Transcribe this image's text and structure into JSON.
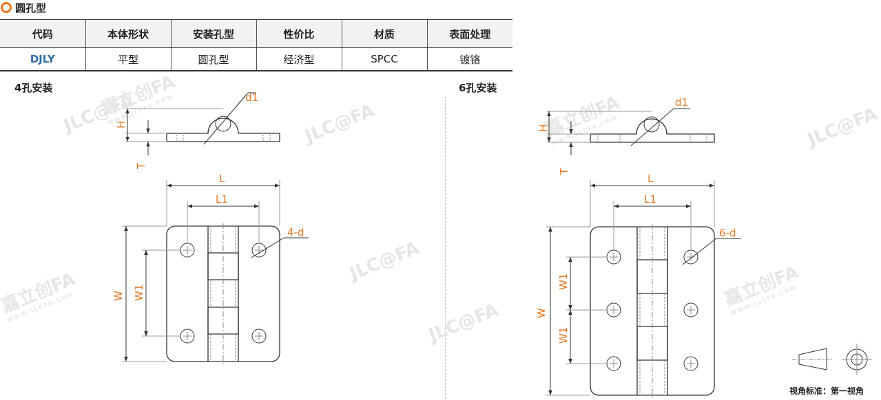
{
  "title": "圆孔型",
  "table": {
    "headers": [
      "代码",
      "本体形状",
      "安装孔型",
      "性价比",
      "材质",
      "表面处理"
    ],
    "row": [
      "DJLY",
      "平型",
      "圆孔型",
      "经济型",
      "SPCC",
      "镀铬"
    ]
  },
  "sections": {
    "left_label": "4孔安装",
    "right_label": "6孔安装"
  },
  "dimensions": {
    "d1": "d1",
    "H": "H",
    "T": "T",
    "L": "L",
    "L1": "L1",
    "W": "W",
    "W1": "W1",
    "left_holes": "4-d",
    "right_holes": "6-d"
  },
  "watermark": {
    "brand": "嘉立创FA",
    "logo": "JLC@FA",
    "url": "WWW.JLCFA.COM"
  },
  "view_standard": "视角标准：第一视角",
  "colors": {
    "accent": "#e87722",
    "code": "#2f6ea8",
    "line": "#333333"
  }
}
